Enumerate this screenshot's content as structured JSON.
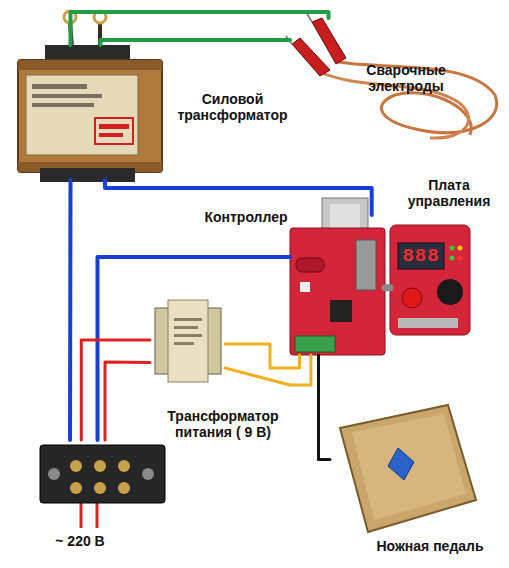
{
  "diagram": {
    "nodes": [
      {
        "text": [
          "Силовой трансформатор"
        ]
      },
      {
        "text": [
          "Сварочные электроды"
        ]
      },
      {
        "text": [
          "Контроллер"
        ]
      },
      {
        "text": [
          "Плата управления"
        ]
      },
      {
        "text": [
          "Трансформатор питания ( 9 В)"
        ]
      },
      {
        "text": [
          "~ 220 В"
        ]
      },
      {
        "text": [
          "Ножная педаль"
        ]
      }
    ],
    "edges": [
      {
        "from": 0,
        "to": 1,
        "arrow": "none"
      },
      {
        "from": 0,
        "to": 1,
        "arrow": "none"
      },
      {
        "from": 5,
        "to": 0,
        "arrow": "none"
      },
      {
        "from": 0,
        "to": 2,
        "arrow": "none"
      },
      {
        "from": 5,
        "to": 2,
        "arrow": "none"
      },
      {
        "from": 5,
        "to": 4,
        "arrow": "none"
      },
      {
        "from": 5,
        "to": 4,
        "arrow": "none"
      },
      {
        "from": 4,
        "to": 2,
        "arrow": "none"
      },
      {
        "from": 4,
        "to": 2,
        "arrow": "none"
      },
      {
        "from": 2,
        "to": 6,
        "arrow": "none"
      },
      {
        "from": 2,
        "to": 3,
        "arrow": "none"
      }
    ],
    "labels": [
      "888"
    ]
  }
}
